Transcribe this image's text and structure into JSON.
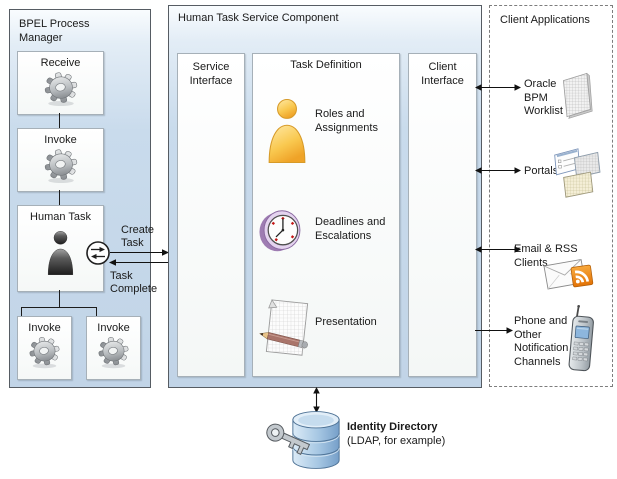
{
  "bpel_panel": {
    "title": "BPEL Process Manager",
    "boxes": [
      "Receive",
      "Invoke",
      "Human Task",
      "Invoke",
      "Invoke"
    ]
  },
  "flow": {
    "create_task": "Create Task",
    "task_complete": "Task Complete",
    "exchange_icon": "swap-arrows-icon"
  },
  "htsc": {
    "title": "Human Task Service Component",
    "service_interface": "Service Interface",
    "task_definition": {
      "title": "Task Definition",
      "items": [
        {
          "label": "Roles and Assignments",
          "icon": "person-icon"
        },
        {
          "label": "Deadlines and Escalations",
          "icon": "clock-icon"
        },
        {
          "label": "Presentation",
          "icon": "notepad-pencil-icon"
        }
      ]
    },
    "client_interface": "Client Interface"
  },
  "client_apps": {
    "title": "Client Applications",
    "items": [
      {
        "label": "Oracle BPM Worklist",
        "icon": "worklist-grid-icon",
        "arrow": "bidirectional"
      },
      {
        "label": "Portals",
        "icon": "portal-windows-icon",
        "arrow": "bidirectional"
      },
      {
        "label": "Email & RSS Clients",
        "icon": "email-rss-icon",
        "arrow": "bidirectional"
      },
      {
        "label": "Phone and Other Notification Channels",
        "icon": "mobile-phone-icon",
        "arrow": "right"
      }
    ]
  },
  "identity_directory": {
    "title": "Identity Directory",
    "subtitle": "(LDAP, for example)",
    "icon": "database-key-icon",
    "arrow": "bidirectional-vertical"
  },
  "colors": {
    "panel_fill": "#c4d6e8",
    "panel_border": "#565c63",
    "box_fill": "#f8faf9",
    "box_border": "#a6b0b8",
    "dashed_border": "#7d7d7d",
    "text": "#1a1a1a",
    "arrow": "#111111",
    "gear_gray": "#9a9ea2",
    "person_yellow": "#f5b92e",
    "clock_purple": "#b494c6",
    "rss_orange": "#ef8312",
    "db_blue": "#8fb4d8"
  }
}
